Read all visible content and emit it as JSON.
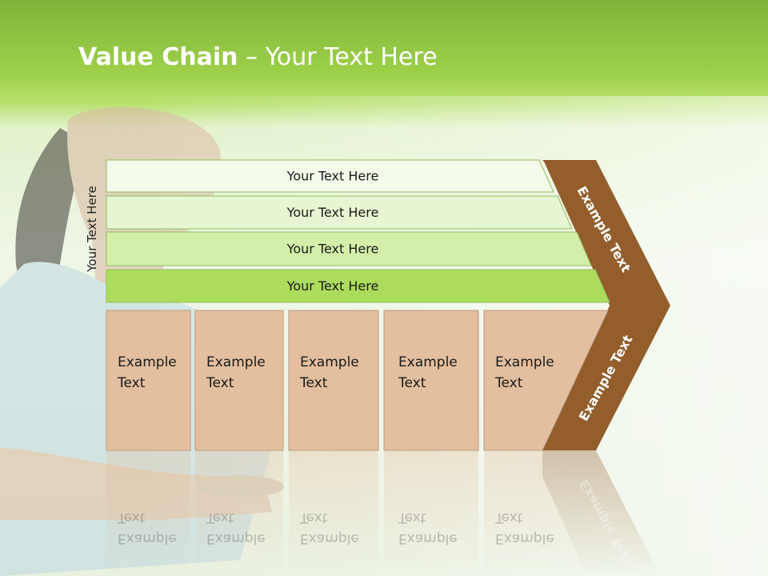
{
  "title": {
    "bold": "Value Chain",
    "rest": " – Your Text Here"
  },
  "side_label": "Your Text Here",
  "rows": [
    {
      "label": "Your Text Here",
      "fill": "#f3fae9"
    },
    {
      "label": "Your Text Here",
      "fill": "#e6f5d2"
    },
    {
      "label": "Your Text Here",
      "fill": "#d4efaa"
    },
    {
      "label": "Your Text Here",
      "fill": "#acdc5c"
    }
  ],
  "boxes": [
    {
      "line1": "Example",
      "line2": "Text"
    },
    {
      "line1": "Example",
      "line2": "Text"
    },
    {
      "line1": "Example",
      "line2": "Text"
    },
    {
      "line1": "Example",
      "line2": "Text"
    },
    {
      "line1": "Example",
      "line2": "Text"
    }
  ],
  "chevron": {
    "top_label": "Example Text",
    "bottom_label": "Example Text"
  },
  "colors": {
    "box": "#e3bf9f",
    "chevron": "#935e2c",
    "header": "#8ec63f"
  }
}
